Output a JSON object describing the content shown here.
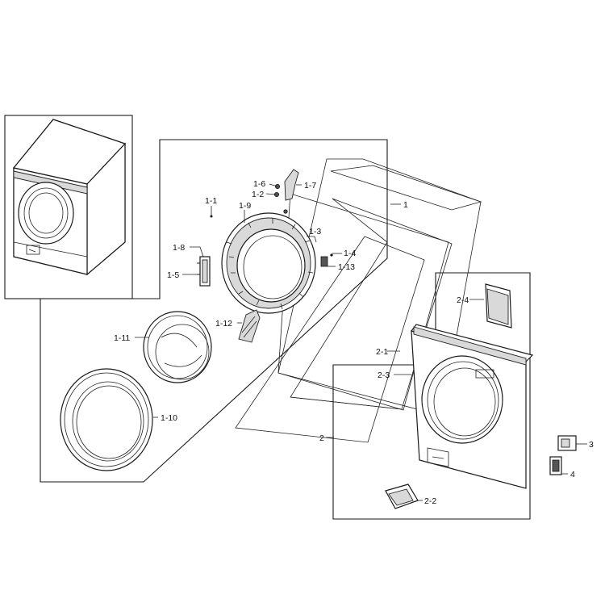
{
  "callouts": [
    {
      "id": "1",
      "text": "1"
    },
    {
      "id": "1-1",
      "text": "1-1"
    },
    {
      "id": "1-2",
      "text": "1-2"
    },
    {
      "id": "1-3",
      "text": "1-3"
    },
    {
      "id": "1-4",
      "text": "1-4"
    },
    {
      "id": "1-5",
      "text": "1-5"
    },
    {
      "id": "1-6",
      "text": "1-6"
    },
    {
      "id": "1-7",
      "text": "1-7"
    },
    {
      "id": "1-8",
      "text": "1-8"
    },
    {
      "id": "1-9",
      "text": "1-9"
    },
    {
      "id": "1-10",
      "text": "1-10"
    },
    {
      "id": "1-11",
      "text": "1-11"
    },
    {
      "id": "1-12",
      "text": "1-12"
    },
    {
      "id": "1-13",
      "text": "1-13"
    },
    {
      "id": "2",
      "text": "2"
    },
    {
      "id": "2-1",
      "text": "2-1"
    },
    {
      "id": "2-2",
      "text": "2-2"
    },
    {
      "id": "2-3",
      "text": "2-3"
    },
    {
      "id": "2-4",
      "text": "2-4"
    },
    {
      "id": "3",
      "text": "3"
    },
    {
      "id": "4",
      "text": "4"
    }
  ]
}
